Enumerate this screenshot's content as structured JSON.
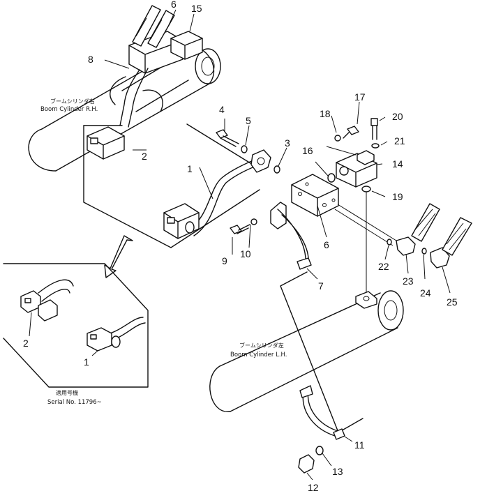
{
  "labels": {
    "boom_rh_jp": "ブームシリンダ右",
    "boom_rh_en": "Boom Cylinder R.H.",
    "boom_lh_jp": "ブームシリンダ左",
    "boom_lh_en": "Boom Cylinder L.H.",
    "serial_jp": "適用号機",
    "serial_en": "Serial No. 11796~"
  },
  "callouts": [
    "1",
    "2",
    "3",
    "4",
    "5",
    "6",
    "7",
    "8",
    "9",
    "10",
    "11",
    "12",
    "13",
    "14",
    "15",
    "16",
    "17",
    "18",
    "19",
    "20",
    "21",
    "22",
    "23",
    "24",
    "25"
  ]
}
